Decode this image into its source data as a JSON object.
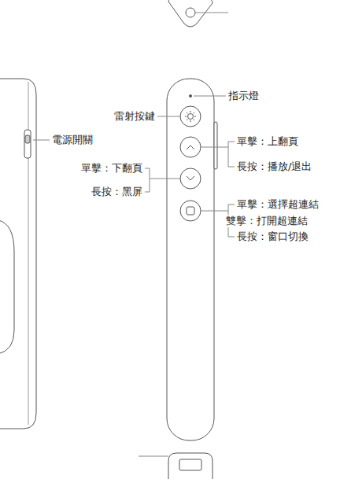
{
  "diagram": {
    "labels": [
      "指示燈",
      "雷射按鍵",
      "電源開關",
      "單擊：上翻頁",
      "長按：播放/退出",
      "單擊：下翻頁",
      "長按：黑屏",
      "單擊：選擇超連結",
      "雙擊：打開超連結",
      "長按：窗口切換"
    ]
  }
}
